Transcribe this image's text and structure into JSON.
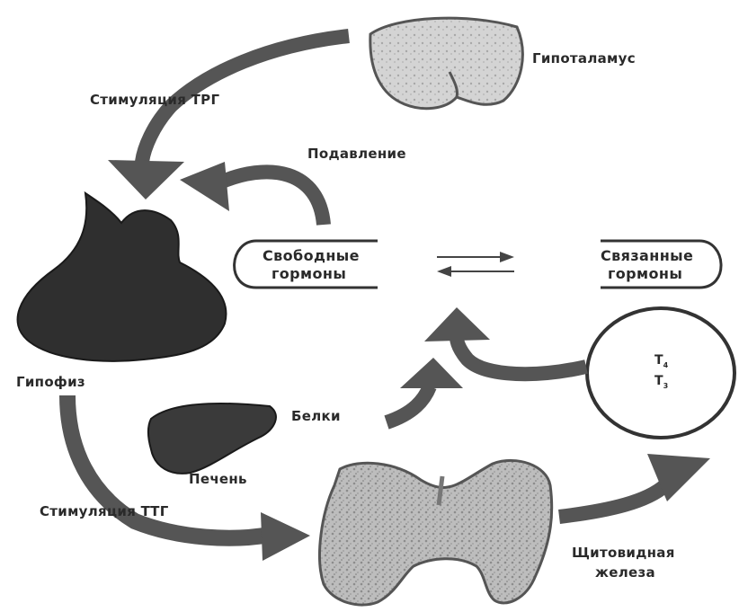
{
  "labels": {
    "hypothalamus": "Гипоталамус",
    "trh_stimulation": "Стимуляция ТРГ",
    "suppression": "Подавление",
    "free_hormones_line1": "Свободные",
    "free_hormones_line2": "гормоны",
    "bound_hormones_line1": "Связанные",
    "bound_hormones_line2": "гормоны",
    "pituitary": "Гипофиз",
    "proteins": "Белки",
    "liver": "Печень",
    "tsh_stimulation": "Стимуляция ТТГ",
    "thyroid_line1": "Щитовидная",
    "thyroid_line2": "железа",
    "t4_letter": "T",
    "t4_sub": "4",
    "t3_letter": "T",
    "t3_sub": "3"
  }
}
